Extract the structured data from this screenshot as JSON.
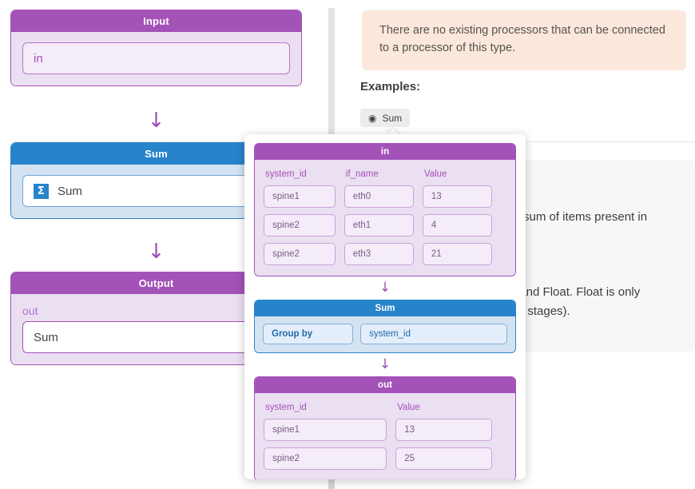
{
  "pipeline": {
    "input_card": {
      "title": "Input",
      "field_value": "in"
    },
    "arrow_glyph": "↓",
    "processor_card": {
      "title": "Sum",
      "icon": "sigma-icon",
      "icon_glyph": "Σ",
      "field_value": "Sum"
    },
    "output_card": {
      "title": "Output",
      "field_label": "out",
      "field_value": "Sum"
    }
  },
  "right_panel": {
    "warning": "There are no existing processors that can be connected to a processor of this type.",
    "examples_label": "Examples:",
    "example_chip": {
      "icon": "eye-icon",
      "icon_glyph": "◉",
      "label": "Sum"
    },
    "description_lines": [
      "sum of items present in",
      ", and Float. Float is only",
      "nic stages)."
    ]
  },
  "popover": {
    "input_block": {
      "title": "in",
      "columns": [
        "system_id",
        "if_name",
        "Value"
      ],
      "rows": [
        [
          "spine1",
          "eth0",
          "13"
        ],
        [
          "spine2",
          "eth1",
          "4"
        ],
        [
          "spine2",
          "eth3",
          "21"
        ]
      ]
    },
    "arrow_glyph": "↓",
    "processor_block": {
      "title": "Sum",
      "group_by_label": "Group by",
      "group_by_value": "system_id"
    },
    "output_block": {
      "title": "out",
      "columns": [
        "system_id",
        "Value"
      ],
      "rows": [
        [
          "spine1",
          "13"
        ],
        [
          "spine2",
          "25"
        ]
      ]
    }
  },
  "colors": {
    "purple": "#a352b8",
    "purple_light": "#ebdff2",
    "blue": "#2884ca",
    "blue_light": "#d4e3f2",
    "warning_bg": "#fbe7dc",
    "panel_bg": "#f7f7f7"
  }
}
